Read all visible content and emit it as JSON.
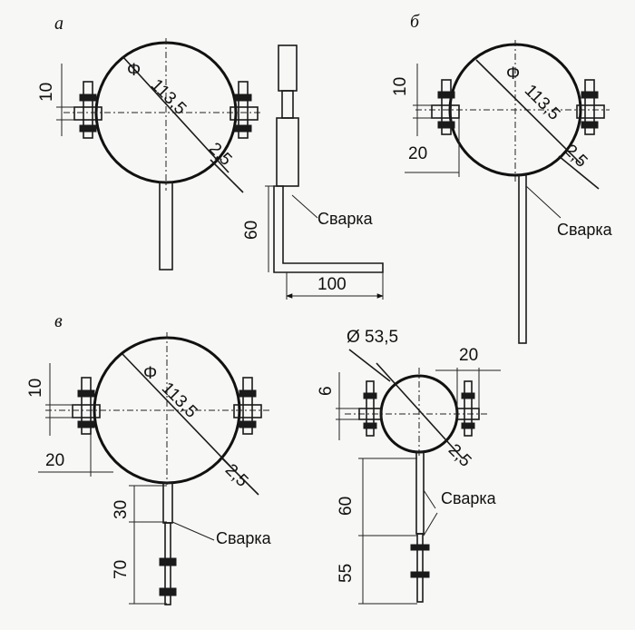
{
  "panels": {
    "a": {
      "label": "а",
      "diameter_symbol": "Φ",
      "diameter": "113,5",
      "thickness": "2,5",
      "dim_top": "10",
      "dim_rod": "60",
      "dim_leg": "100",
      "weld": "Сварка"
    },
    "b": {
      "label": "б",
      "diameter_symbol": "Φ",
      "diameter": "113,5",
      "thickness": "2,5",
      "dim_top": "10",
      "dim_offset": "20",
      "weld": "Сварка"
    },
    "v": {
      "label": "в",
      "diameter_symbol": "Φ",
      "diameter": "113,5",
      "thickness": "2,5",
      "dim_top": "10",
      "dim_offset": "20",
      "dim_rod_top": "30",
      "dim_rod_bottom": "70",
      "weld": "Сварка"
    },
    "g": {
      "diameter_label": "Ø 53,5",
      "thickness": "2,5",
      "dim_top": "6",
      "dim_width": "20",
      "dim_rod_top": "60",
      "dim_rod_bottom": "55",
      "weld": "Сварка"
    }
  }
}
